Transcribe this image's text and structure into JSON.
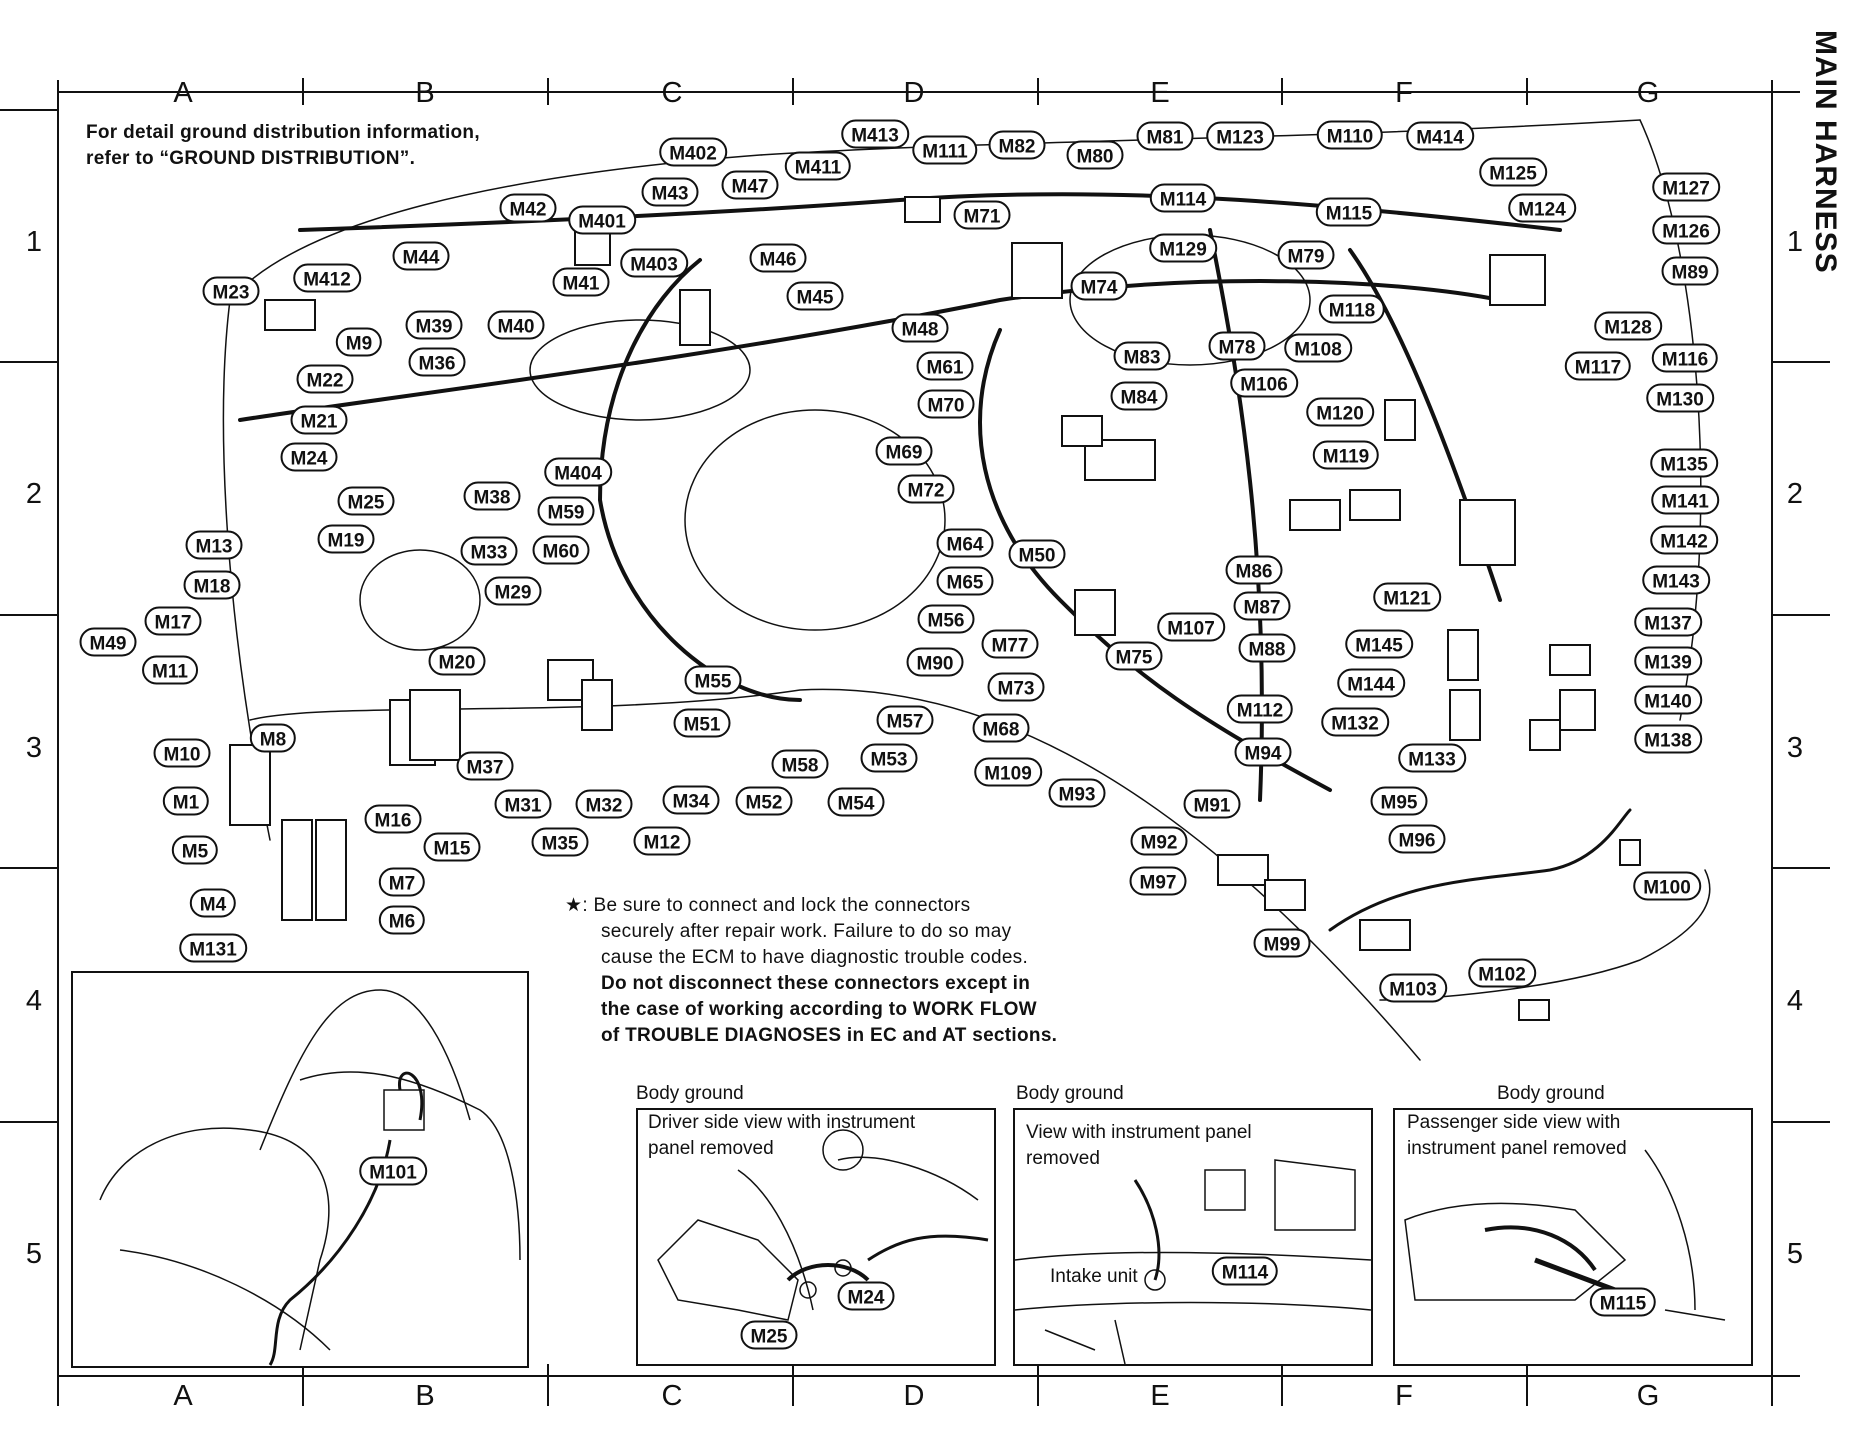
{
  "header": {
    "columns": [
      "A",
      "B",
      "C",
      "D",
      "E",
      "F",
      "G"
    ],
    "rows": [
      "1",
      "2",
      "3",
      "4",
      "5"
    ],
    "side_title": "MAIN HARNESS"
  },
  "ground_note": {
    "line1": "For detail ground distribution information,",
    "line2": "refer to “GROUND DISTRIBUTION”."
  },
  "star_note": {
    "symbol": "★",
    "line1": ": Be sure to connect and lock the connectors",
    "line2": "securely after repair work. Failure to do so may",
    "line3": "cause the ECM to have diagnostic trouble codes.",
    "line4": "Do not disconnect these connectors except in",
    "line5": "the case of working according to WORK FLOW",
    "line6": "of TROUBLE DIAGNOSES in EC and AT sections."
  },
  "callouts": {
    "M402": "M402",
    "M43": "M43",
    "M47": "M47",
    "M413": "M413",
    "M411": "M411",
    "M111": "M111",
    "M82": "M82",
    "M80": "M80",
    "M81": "M81",
    "M123": "M123",
    "M110": "M110",
    "M414": "M414",
    "M125": "M125",
    "M124": "M124",
    "M127": "M127",
    "M126": "M126",
    "M89": "M89",
    "M401": "M401",
    "M44": "M44",
    "M42": "M42",
    "M403": "M403",
    "M46": "M46",
    "M71": "M71",
    "M114": "M114",
    "M115": "M115",
    "M129": "M129",
    "M79": "M79",
    "M23": "M23",
    "M412": "M412",
    "M41": "M41",
    "M45": "M45",
    "M74": "M74",
    "M118": "M118",
    "M128": "M128",
    "M9": "M9",
    "M39": "M39",
    "M40": "M40",
    "M48": "M48",
    "M83": "M83",
    "M78": "M78",
    "M108": "M108",
    "M117": "M117",
    "M116": "M116",
    "M22": "M22",
    "M36": "M36",
    "M61": "M61",
    "M106": "M106",
    "M84": "M84",
    "M130": "M130",
    "M21": "M21",
    "M70": "M70",
    "M120": "M120",
    "M69": "M69",
    "M24": "M24",
    "M404": "M404",
    "M119": "M119",
    "M135": "M135",
    "M25": "M25",
    "M38": "M38",
    "M72": "M72",
    "M59": "M59",
    "M141": "M141",
    "M13": "M13",
    "M19": "M19",
    "M33": "M33",
    "M60": "M60",
    "M64": "M64",
    "M50": "M50",
    "M142": "M142",
    "M86": "M86",
    "M18": "M18",
    "M65": "M65",
    "M143": "M143",
    "M29": "M29",
    "M121": "M121",
    "M87": "M87",
    "M17": "M17",
    "M56": "M56",
    "M107": "M107",
    "M137": "M137",
    "M49": "M49",
    "M77": "M77",
    "M88": "M88",
    "M145": "M145",
    "M11": "M11",
    "M20": "M20",
    "M90": "M90",
    "M75": "M75",
    "M139": "M139",
    "M55": "M55",
    "M73": "M73",
    "M144": "M144",
    "M140": "M140",
    "M51": "M51",
    "M57": "M57",
    "M68": "M68",
    "M112": "M112",
    "M132": "M132",
    "M138": "M138",
    "M10": "M10",
    "M8": "M8",
    "M94": "M94",
    "M133": "M133",
    "M37": "M37",
    "M58": "M58",
    "M53": "M53",
    "M109": "M109",
    "M93": "M93",
    "M1": "M1",
    "M31": "M31",
    "M32": "M32",
    "M34": "M34",
    "M52": "M52",
    "M54": "M54",
    "M91": "M91",
    "M95": "M95",
    "M16": "M16",
    "M5": "M5",
    "M35": "M35",
    "M12": "M12",
    "M92": "M92",
    "M96": "M96",
    "M15": "M15",
    "M7": "M7",
    "M97": "M97",
    "M100": "M100",
    "M4": "M4",
    "M6": "M6",
    "M99": "M99",
    "M131": "M131",
    "M102": "M102",
    "M103": "M103",
    "M101": "M101"
  },
  "panels": {
    "driver": {
      "title": "Body ground",
      "caption1": "Driver side view with instrument",
      "caption2": "panel removed",
      "ground_a": "M24",
      "ground_b": "M25"
    },
    "center": {
      "title": "Body ground",
      "caption1": "View with instrument panel",
      "caption2": "removed",
      "intake": "Intake unit",
      "ground_a": "M114"
    },
    "passenger": {
      "title": "Body ground",
      "caption1": "Passenger side view with",
      "caption2": "instrument panel removed",
      "ground_a": "M115"
    }
  }
}
